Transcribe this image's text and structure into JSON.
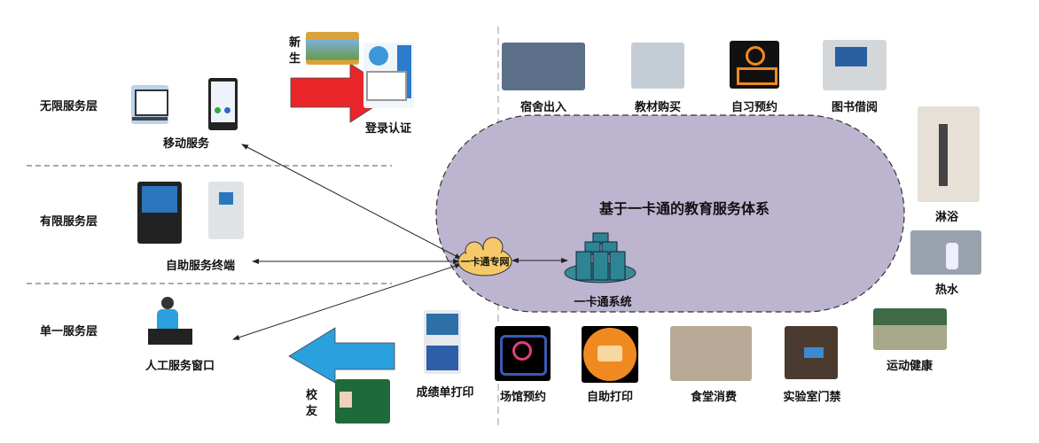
{
  "layers": {
    "unlimited": "无限服务层",
    "limited": "有限服务层",
    "single": "单一服务层"
  },
  "left_items": {
    "mobile_service": "移动服务",
    "self_service_terminal": "自助服务终端",
    "manual_window": "人工服务窗口"
  },
  "arrows": {
    "new_student": "新生",
    "alumni": "校友",
    "new_student_color": "#e8262a",
    "alumni_color": "#2aa0dc"
  },
  "login": "登录认证",
  "transcript_print": "成绩单打印",
  "center": {
    "title": "基于一卡通的教育服务体系",
    "network": "一卡通专网",
    "system": "一卡通系统",
    "fill": "#bdb5d0"
  },
  "services_top": [
    "宿舍出入",
    "教材购买",
    "自习预约",
    "图书借阅"
  ],
  "services_right": [
    "淋浴",
    "热水",
    "运动健康"
  ],
  "services_bottom": [
    "场馆预约",
    "自助打印",
    "食堂消费",
    "实验室门禁"
  ]
}
